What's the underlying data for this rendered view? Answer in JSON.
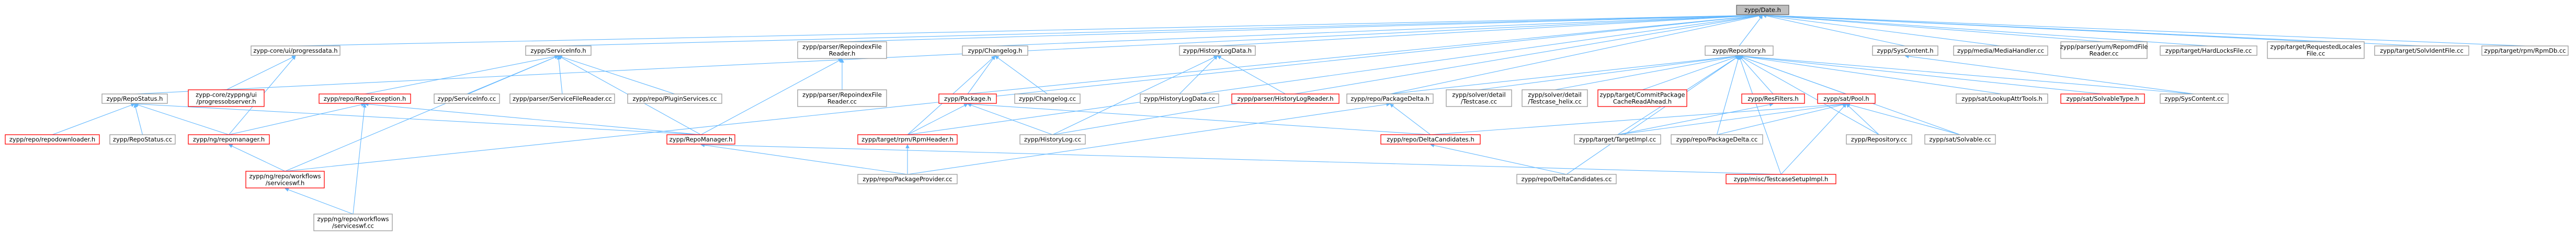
{
  "colors": {
    "edge": "#63b8ff",
    "node_border": "#999999",
    "node_fill": "#ffffff",
    "red_border": "#ff0000",
    "root_border": "#666666",
    "root_fill": "#bfbfbf"
  },
  "nodes": [
    {
      "id": "n_root",
      "lines": [
        "zypp/Date.h"
      ],
      "style": "root"
    },
    {
      "id": "n_progressdata",
      "lines": [
        "zypp-core/ui/progressdata.h"
      ],
      "style": "normal"
    },
    {
      "id": "n_serviceinfo_h",
      "lines": [
        "zypp/ServiceInfo.h"
      ],
      "style": "normal"
    },
    {
      "id": "n_repoindex_h",
      "lines": [
        "zypp/parser/RepoindexFile",
        "Reader.h"
      ],
      "style": "normal"
    },
    {
      "id": "n_changelog_h",
      "lines": [
        "zypp/Changelog.h"
      ],
      "style": "normal"
    },
    {
      "id": "n_historylogdata_h",
      "lines": [
        "zypp/HistoryLogData.h"
      ],
      "style": "normal"
    },
    {
      "id": "n_repository_h",
      "lines": [
        "zypp/Repository.h"
      ],
      "style": "normal"
    },
    {
      "id": "n_syscontent_h",
      "lines": [
        "zypp/SysContent.h"
      ],
      "style": "normal"
    },
    {
      "id": "n_mediahandler",
      "lines": [
        "zypp/media/MediaHandler.cc"
      ],
      "style": "normal"
    },
    {
      "id": "n_rpmmd",
      "lines": [
        "zypp/parser/yum/RepomdFile",
        "Reader.cc"
      ],
      "style": "normal"
    },
    {
      "id": "n_hardlocks",
      "lines": [
        "zypp/target/HardLocksFile.cc"
      ],
      "style": "normal"
    },
    {
      "id": "n_reqlocales",
      "lines": [
        "zypp/target/RequestedLocales",
        "File.cc"
      ],
      "style": "normal"
    },
    {
      "id": "n_solvedtarget",
      "lines": [
        "zypp/target/SolvIdentFile.cc"
      ],
      "style": "normal"
    },
    {
      "id": "n_rpmdb",
      "lines": [
        "zypp/target/rpm/RpmDb.cc"
      ],
      "style": "normal"
    },
    {
      "id": "n_repostatus_h",
      "lines": [
        "zypp/RepoStatus.h"
      ],
      "style": "normal"
    },
    {
      "id": "n_progressobserver",
      "lines": [
        "zypp-core/zyppng/ui",
        "/progressobserver.h"
      ],
      "style": "red"
    },
    {
      "id": "n_repoexception_h",
      "lines": [
        "zypp/repo/RepoException.h"
      ],
      "style": "red"
    },
    {
      "id": "n_serviceinfo_cc",
      "lines": [
        "zypp/ServiceInfo.cc"
      ],
      "style": "normal"
    },
    {
      "id": "n_servicefilereader",
      "lines": [
        "zypp/parser/ServiceFileReader.cc"
      ],
      "style": "normal"
    },
    {
      "id": "n_pluginservices",
      "lines": [
        "zypp/repo/PluginServices.cc"
      ],
      "style": "normal"
    },
    {
      "id": "n_repoindex_cc",
      "lines": [
        "zypp/parser/RepoindexFile",
        "Reader.cc"
      ],
      "style": "normal"
    },
    {
      "id": "n_package_h",
      "lines": [
        "zypp/Package.h"
      ],
      "style": "red"
    },
    {
      "id": "n_changelog_cc",
      "lines": [
        "zypp/Changelog.cc"
      ],
      "style": "normal"
    },
    {
      "id": "n_historylogdata_cc",
      "lines": [
        "zypp/HistoryLogData.cc"
      ],
      "style": "normal"
    },
    {
      "id": "n_historylogreader_h",
      "lines": [
        "zypp/parser/HistoryLogReader.h"
      ],
      "style": "red"
    },
    {
      "id": "n_packagedelta_h",
      "lines": [
        "zypp/repo/PackageDelta.h"
      ],
      "style": "normal"
    },
    {
      "id": "n_testcase_cc",
      "lines": [
        "zypp/solver/detail",
        "/Testcase.cc"
      ],
      "style": "normal"
    },
    {
      "id": "n_testcase_helix",
      "lines": [
        "zypp/solver/detail",
        "/Testcase_helix.cc"
      ],
      "style": "normal"
    },
    {
      "id": "n_commitpkgcache",
      "lines": [
        "zypp/target/CommitPackage",
        "CacheReadAhead.h"
      ],
      "style": "red"
    },
    {
      "id": "n_lookupattr",
      "lines": [
        "zypp/sat/LookupAttrTools.h"
      ],
      "style": "normal"
    },
    {
      "id": "n_solvabletype",
      "lines": [
        "zypp/sat/SolvableType.h"
      ],
      "style": "red"
    },
    {
      "id": "n_syscontent_cc",
      "lines": [
        "zypp/SysContent.cc"
      ],
      "style": "normal"
    },
    {
      "id": "n_repodownloader",
      "lines": [
        "zypp/repo/repodownloader.h"
      ],
      "style": "red"
    },
    {
      "id": "n_repostatus_cc",
      "lines": [
        "zypp/RepoStatus.cc"
      ],
      "style": "normal"
    },
    {
      "id": "n_ng_repomanager",
      "lines": [
        "zypp/ng/repomanager.h"
      ],
      "style": "red"
    },
    {
      "id": "n_repomanager_h",
      "lines": [
        "zypp/RepoManager.h"
      ],
      "style": "red"
    },
    {
      "id": "n_rpmheader_h",
      "lines": [
        "zypp/target/rpm/RpmHeader.h"
      ],
      "style": "red"
    },
    {
      "id": "n_historylog_cc",
      "lines": [
        "zypp/HistoryLog.cc"
      ],
      "style": "normal"
    },
    {
      "id": "n_deltacandidates_h",
      "lines": [
        "zypp/repo/DeltaCandidates.h"
      ],
      "style": "red"
    },
    {
      "id": "n_filesfilter",
      "lines": [
        "zypp/ResFilters.h"
      ],
      "style": "red"
    },
    {
      "id": "n_satpool_h",
      "lines": [
        "zypp/sat/Pool.h"
      ],
      "style": "red"
    },
    {
      "id": "n_targetimpl",
      "lines": [
        "zypp/target/TargetImpl.cc"
      ],
      "style": "normal"
    },
    {
      "id": "n_packagedelta_cc",
      "lines": [
        "zypp/repo/PackageDelta.cc"
      ],
      "style": "normal"
    },
    {
      "id": "n_repository_cc",
      "lines": [
        "zypp/Repository.cc"
      ],
      "style": "normal"
    },
    {
      "id": "n_solvable_cc",
      "lines": [
        "zypp/sat/Solvable.cc"
      ],
      "style": "normal"
    },
    {
      "id": "n_servicesdef",
      "lines": [
        "zypp/ng/repo/workflows",
        "/serviceswf.h"
      ],
      "style": "red"
    },
    {
      "id": "n_packageprovider",
      "lines": [
        "zypp/repo/PackageProvider.cc"
      ],
      "style": "normal"
    },
    {
      "id": "n_deltacandidates_cc",
      "lines": [
        "zypp/repo/DeltaCandidates.cc"
      ],
      "style": "normal"
    },
    {
      "id": "n_testcasesetup",
      "lines": [
        "zypp/misc/TestcaseSetupImpl.h"
      ],
      "style": "red"
    },
    {
      "id": "n_serviceswf_cc",
      "lines": [
        "zypp/ng/repo/workflows",
        "/serviceswf.cc"
      ],
      "style": "normal"
    }
  ]
}
